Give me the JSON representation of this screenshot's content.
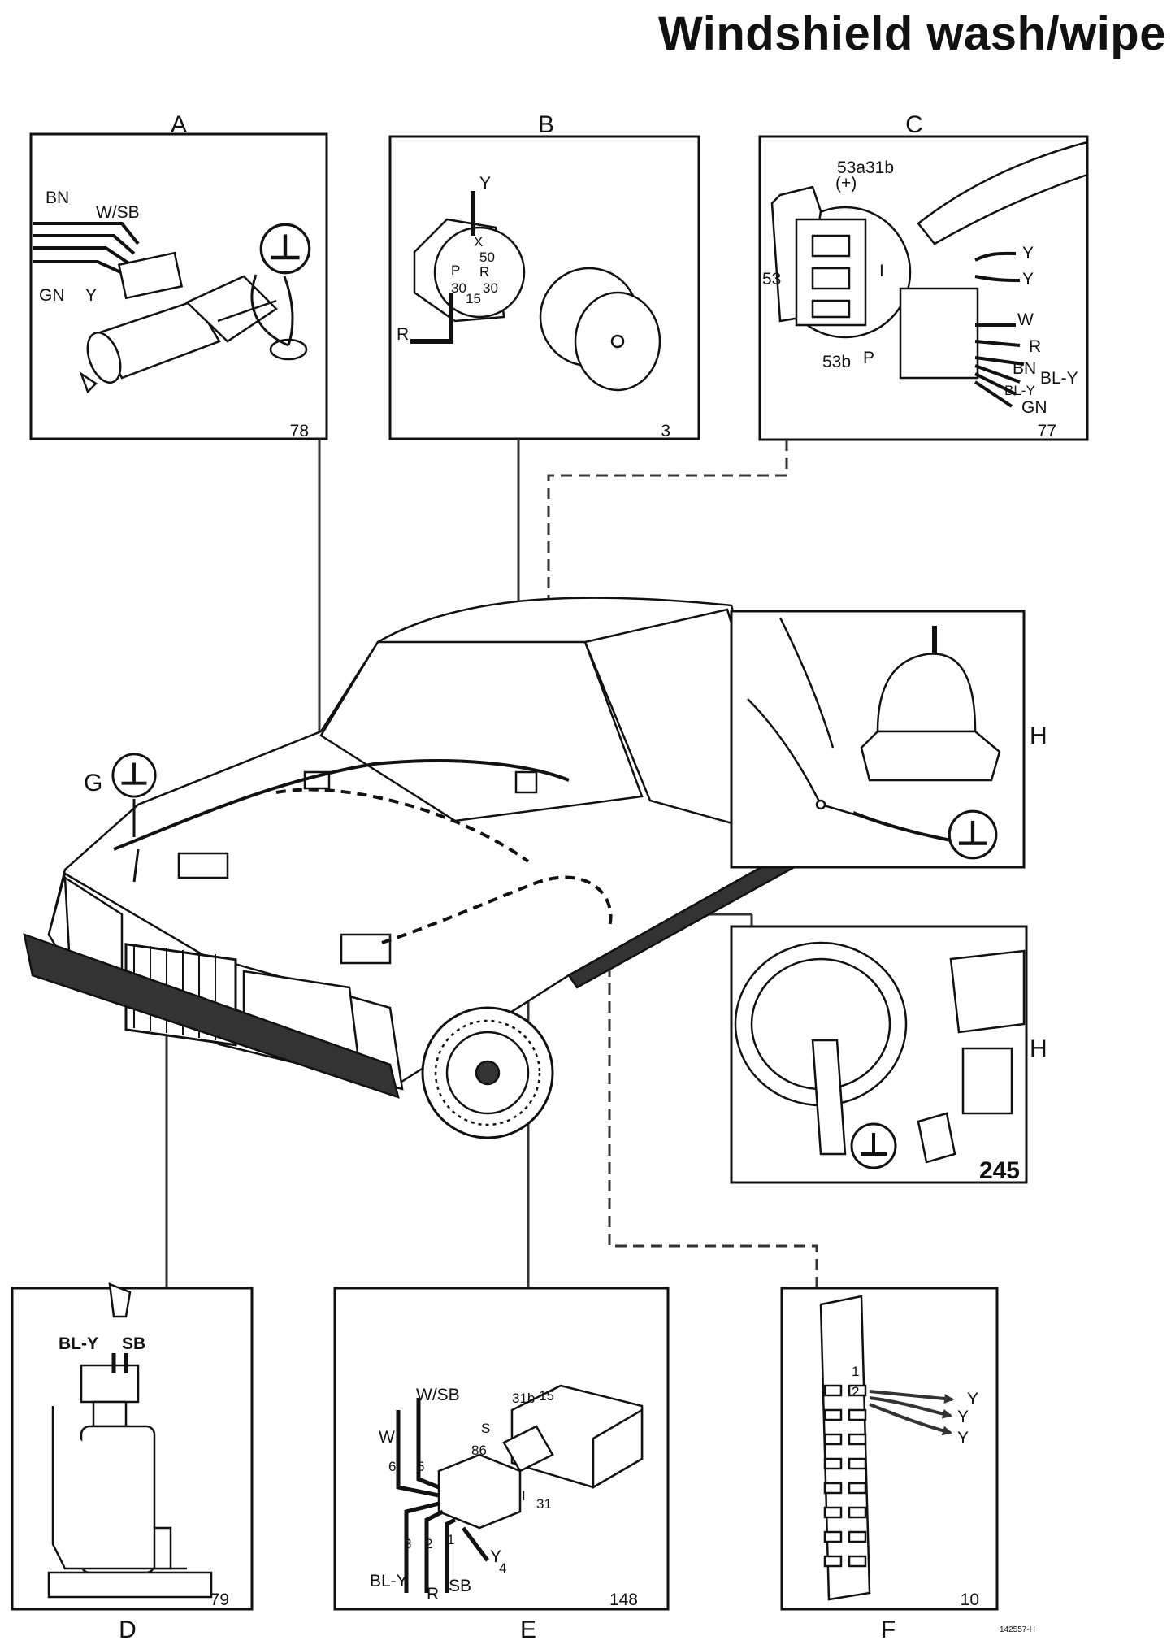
{
  "title": "Windshield wash/wipe",
  "figure_code": "142557-H",
  "panels": {
    "A": {
      "letter": "A",
      "number": "78",
      "wires": [
        "BN",
        "W/SB",
        "GN",
        "Y"
      ]
    },
    "B": {
      "letter": "B",
      "number": "3",
      "wires": [
        "Y",
        "R"
      ],
      "terminals": [
        "X",
        "50",
        "P",
        "R",
        "30",
        "15",
        "30"
      ]
    },
    "C": {
      "letter": "C",
      "number": "77",
      "terminals": [
        "53a",
        "(+)",
        "31b",
        "53",
        "I",
        "53b",
        "P"
      ],
      "wires": [
        "Y",
        "Y",
        "W",
        "R",
        "BN",
        "BL-Y",
        "BL-Y",
        "GN"
      ]
    },
    "D": {
      "letter": "D",
      "number": "79",
      "wires": [
        "BL-Y",
        "SB"
      ]
    },
    "E": {
      "letter": "E",
      "number": "148",
      "terminals": [
        "31b",
        "15",
        "S",
        "86",
        "I",
        "31"
      ],
      "pins": [
        "6",
        "5",
        "3",
        "2",
        "1",
        "4"
      ],
      "wires": [
        "W/SB",
        "W",
        "BL-Y",
        "R",
        "SB",
        "Y"
      ]
    },
    "F": {
      "letter": "F",
      "number": "10",
      "pins": [
        "1",
        "2"
      ],
      "wires": [
        "Y",
        "Y",
        "Y"
      ]
    },
    "H1": {
      "letter": "H"
    },
    "H2": {
      "letter": "H",
      "number": "245"
    },
    "G": {
      "letter": "G"
    }
  }
}
